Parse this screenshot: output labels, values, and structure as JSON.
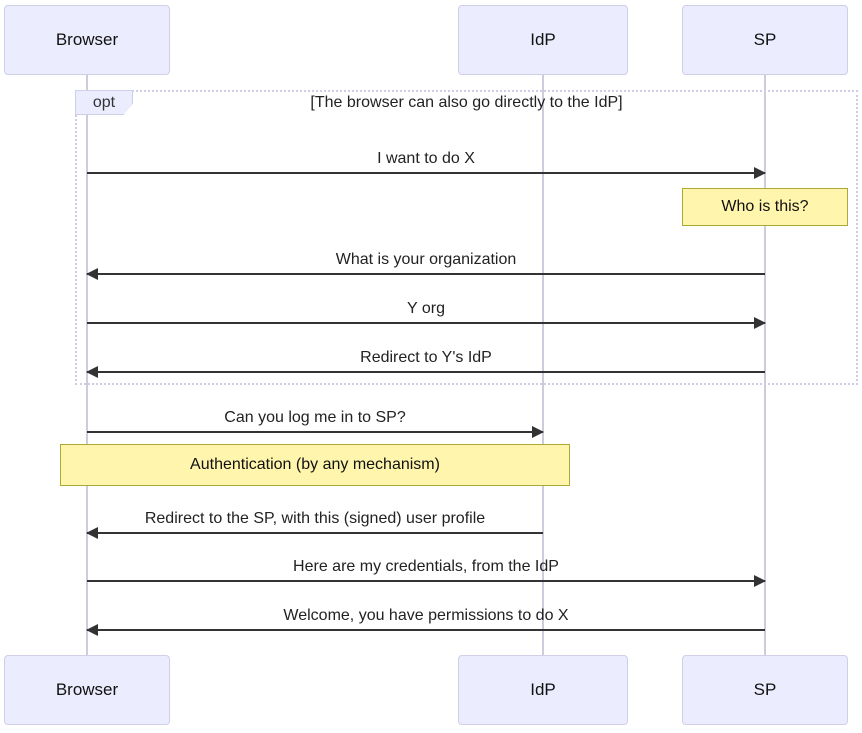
{
  "diagram": {
    "type": "sequence",
    "actors": [
      {
        "name": "Browser"
      },
      {
        "name": "IdP"
      },
      {
        "name": "SP"
      }
    ],
    "fragment": {
      "type": "opt",
      "guard": "[The browser can also go directly to the IdP]"
    },
    "messages": [
      {
        "label": "I want to do X",
        "from": "Browser",
        "to": "SP"
      },
      {
        "label": "What is your organization",
        "from": "SP",
        "to": "Browser"
      },
      {
        "label": "Y org",
        "from": "Browser",
        "to": "SP"
      },
      {
        "label": "Redirect to Y's IdP",
        "from": "SP",
        "to": "Browser"
      },
      {
        "label": "Can you log me in to SP?",
        "from": "Browser",
        "to": "IdP"
      },
      {
        "label": "Redirect to the SP, with this (signed) user profile",
        "from": "IdP",
        "to": "Browser"
      },
      {
        "label": "Here are my credentials, from the IdP",
        "from": "Browser",
        "to": "SP"
      },
      {
        "label": "Welcome, you have permissions to do X",
        "from": "SP",
        "to": "Browser"
      }
    ],
    "notes": [
      {
        "text": "Who is this?",
        "over": "SP"
      },
      {
        "text": "Authentication (by any mechanism)",
        "over": "Browser,IdP"
      }
    ],
    "colors": {
      "actor_fill": "#ECECFF",
      "actor_border": "#CFCFE8",
      "note_fill": "#FFF5AD",
      "note_border": "#AAAA33",
      "arrow": "#333333",
      "lifeline": "#CCCCDD",
      "fragment_border": "#CDCDE6"
    }
  }
}
